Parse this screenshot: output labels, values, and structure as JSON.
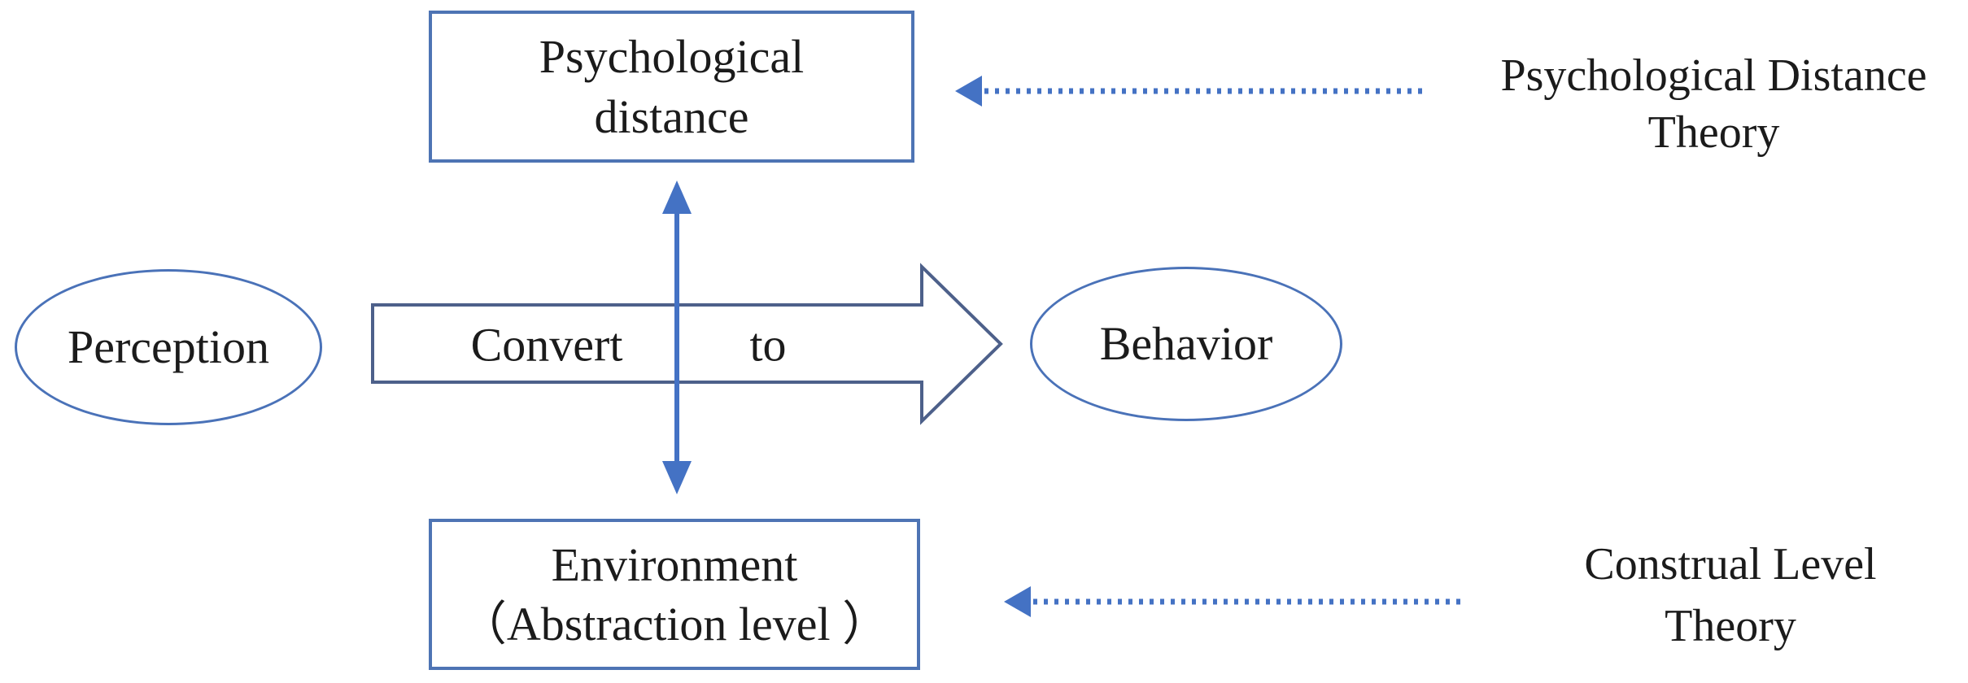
{
  "diagram": {
    "title": "Perception-to-behavior conversion diagram",
    "background_color": "#ffffff",
    "colors": {
      "arrow_blue": "#4472c4",
      "shape_stroke_blue": "#4e74b4",
      "ellipse_stroke_blue": "#4a72b8",
      "block_arrow_stroke": "#4d608a",
      "text_color": "#1b1b1b"
    },
    "boxes": {
      "psychological_distance": {
        "line1": "Psychological",
        "line2": "distance"
      },
      "environment": {
        "line1": "Environment",
        "line2": "（Abstraction level ）"
      }
    },
    "ellipses": {
      "perception": {
        "label": "Perception"
      },
      "behavior": {
        "label": "Behavior"
      }
    },
    "block_arrow": {
      "direction": "right",
      "word_left": "Convert",
      "word_right": "to"
    },
    "connectors": {
      "vertical_double_arrow": {
        "style": "solid",
        "direction": "both"
      },
      "psychological_theory_arrow": {
        "style": "dotted",
        "direction": "left"
      },
      "construal_theory_arrow": {
        "style": "dotted",
        "direction": "left"
      }
    },
    "theory_labels": {
      "psychological_distance_theory": {
        "line1": "Psychological Distance",
        "line2": "Theory"
      },
      "construal_level_theory": {
        "line1": "Construal Level",
        "line2": "Theory"
      }
    }
  }
}
